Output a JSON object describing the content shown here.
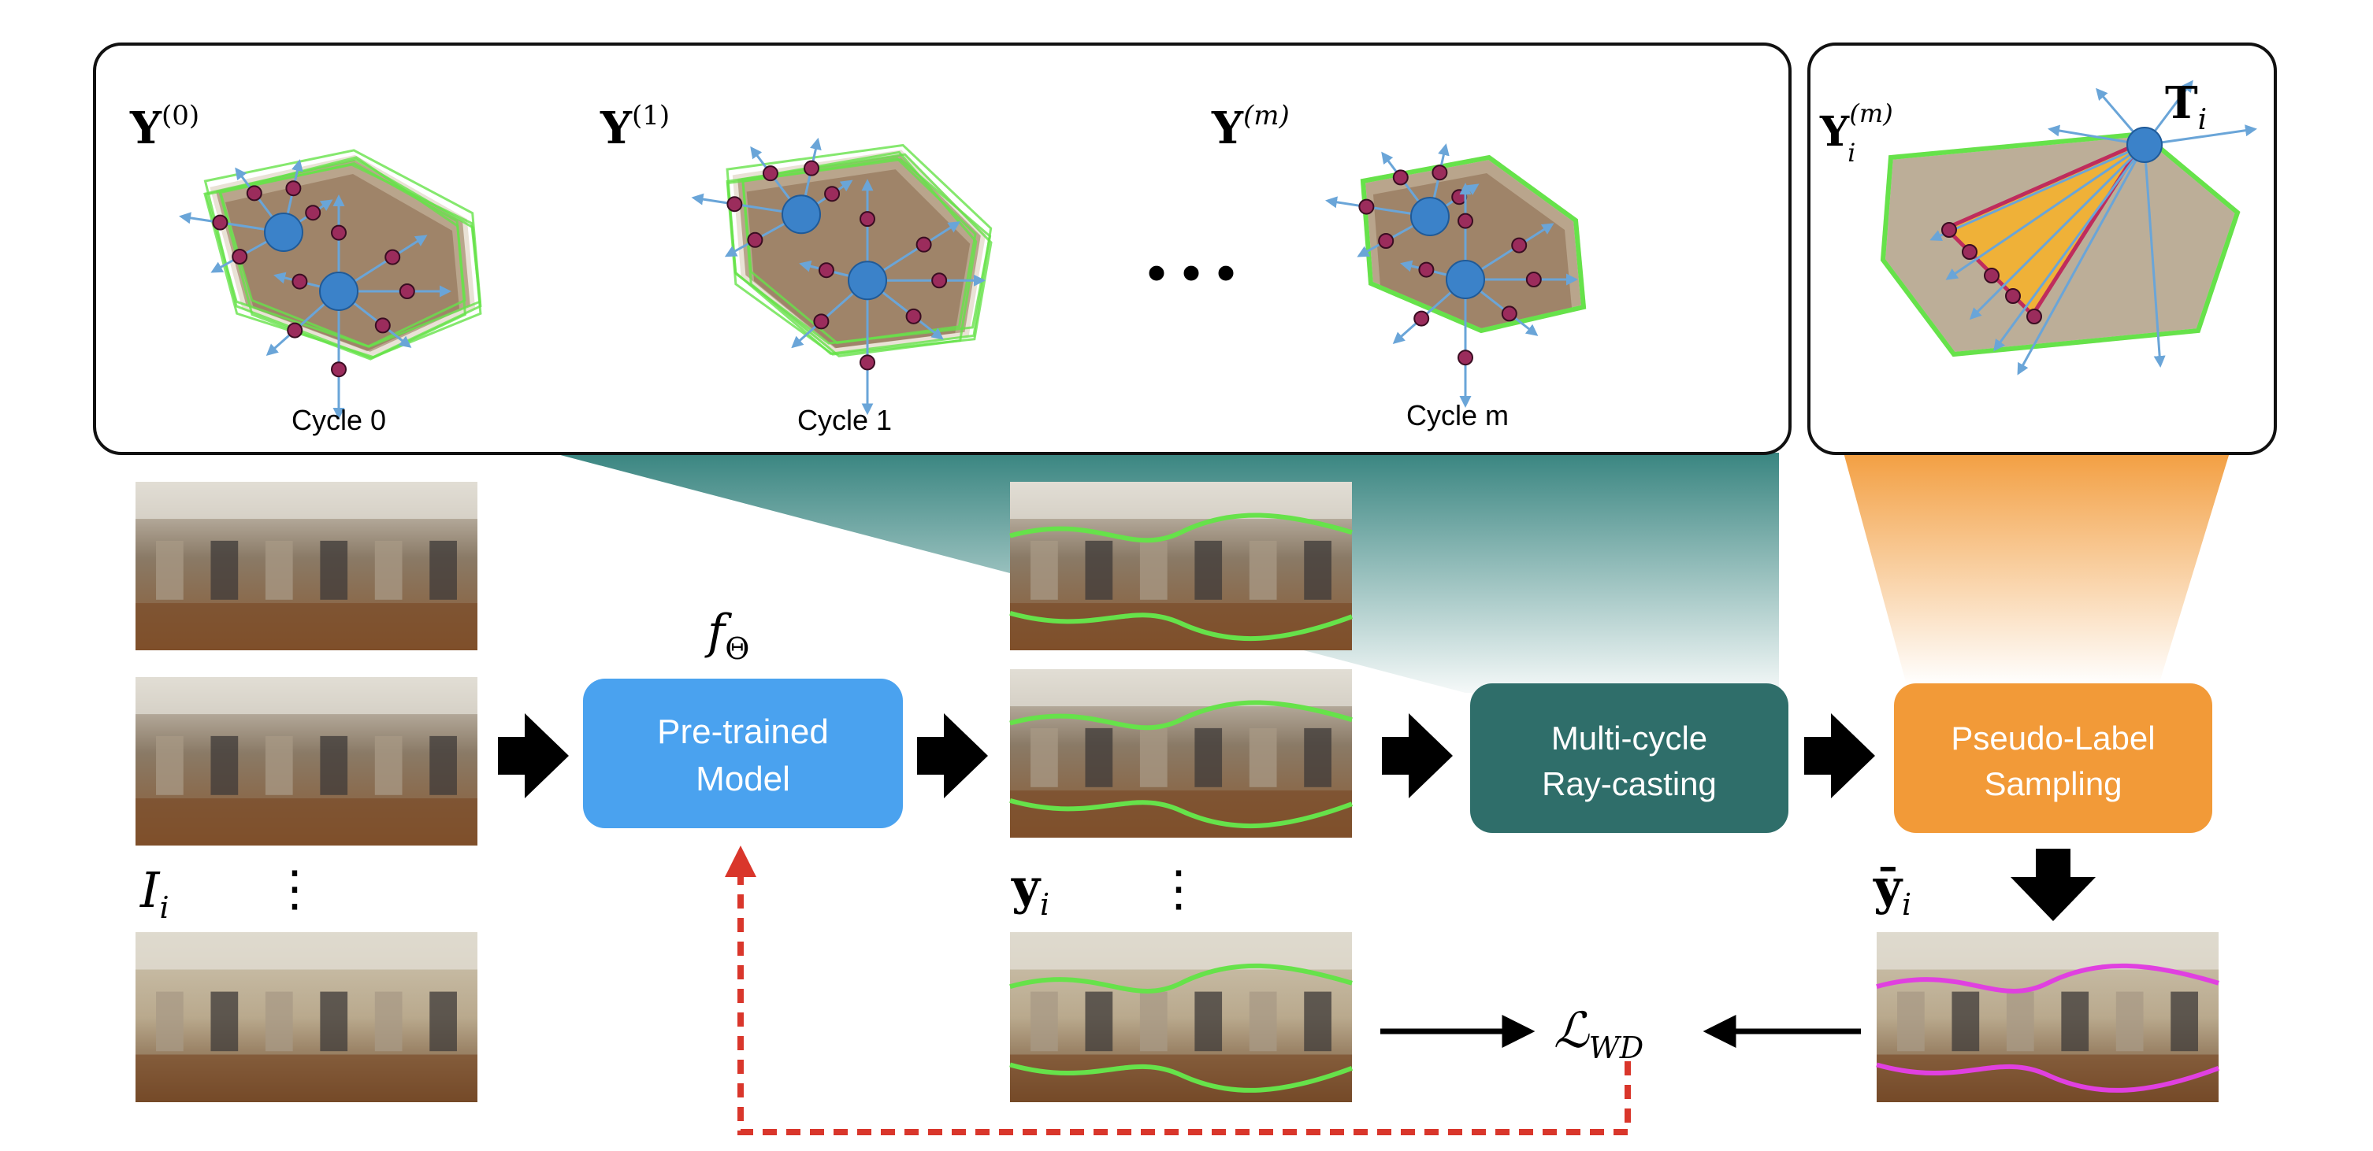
{
  "top_panel": {
    "graphs": [
      {
        "label_base": "Y",
        "label_sup": "(0)",
        "caption": "Cycle 0"
      },
      {
        "label_base": "Y",
        "label_sup": "(1)",
        "caption": "Cycle 1"
      },
      {
        "label_base": "Y",
        "label_sup": "(m)",
        "caption": "Cycle m"
      }
    ],
    "ellipsis": "• • •"
  },
  "right_panel": {
    "label_base": "Y",
    "label_sub": "i",
    "label_sup": "(m)",
    "target_base": "T",
    "target_sub": "i"
  },
  "model_symbol": {
    "base": "f",
    "sub": "Θ"
  },
  "blocks": {
    "pretrained": {
      "line1": "Pre-trained",
      "line2": "Model",
      "color": "#4aa2ef"
    },
    "raycasting": {
      "line1": "Multi-cycle",
      "line2": "Ray-casting",
      "color": "#2f6e6a"
    },
    "sampling": {
      "line1": "Pseudo-Label",
      "line2": "Sampling",
      "color": "#f29a38"
    }
  },
  "symbols": {
    "input": {
      "base": "I",
      "sub": "i"
    },
    "prediction": {
      "base": "y",
      "sub": "i"
    },
    "pseudo_label": {
      "base": "ȳ",
      "sub": "i"
    },
    "loss": {
      "base": "ℒ",
      "sub": "WD"
    },
    "vdots": "⋮"
  },
  "colors": {
    "layout_green": "#66e24a",
    "pseudo_magenta": "#e040e0",
    "gradient_arrow": "#d9362b",
    "node_blue": "#3b82c9",
    "node_pink": "#9b2c5c"
  }
}
